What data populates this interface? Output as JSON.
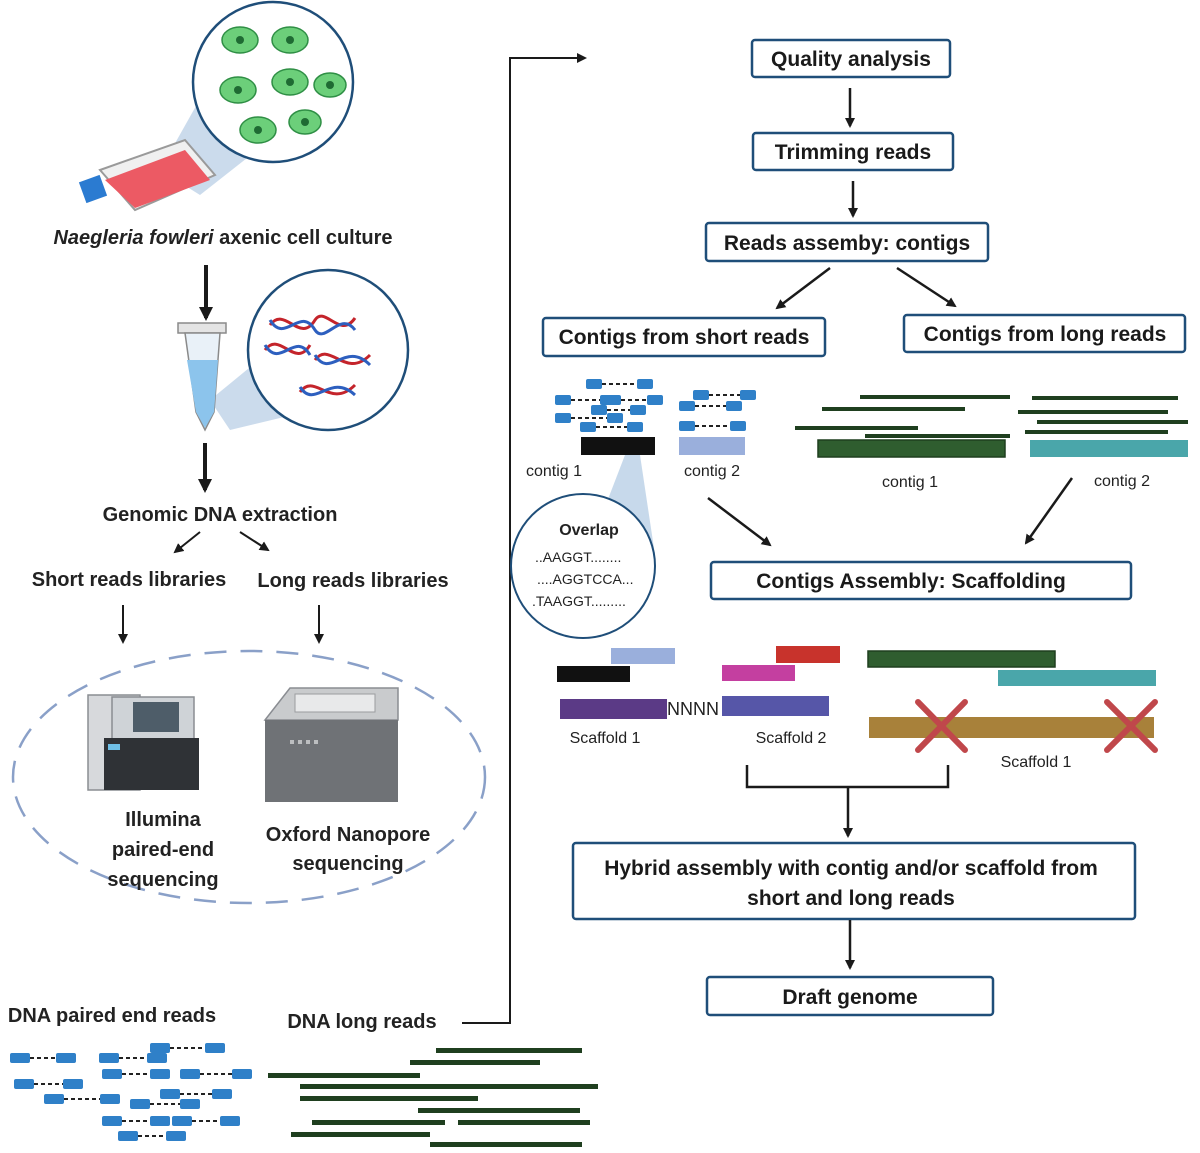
{
  "left": {
    "culture_species": "Naegleria fowleri",
    "culture_rest": " axenic cell culture",
    "extraction": "Genomic DNA extraction",
    "short_libs": "Short reads libraries",
    "long_libs": "Long reads libraries",
    "illumina": [
      "Illumina",
      "paired-end",
      "sequencing"
    ],
    "nanopore": [
      "Oxford Nanopore",
      "sequencing"
    ],
    "paired_reads": "DNA paired end reads",
    "long_reads": "DNA long reads"
  },
  "pipeline": {
    "quality": "Quality analysis",
    "trimming": "Trimming reads",
    "assembly": "Reads assemby: contigs",
    "contigs_short": "Contigs from short reads",
    "contigs_long": "Contigs from long reads",
    "scaffolding": "Contigs Assembly: Scaffolding",
    "hybrid": [
      "Hybrid assembly with contig and/or scaffold from",
      "short and long reads"
    ],
    "draft": "Draft genome"
  },
  "short_panel": {
    "contig1": "contig 1",
    "contig2": "contig 2",
    "overlap_title": "Overlap",
    "overlap_lines": [
      "..AAGGT........",
      "....AGGTCCA...",
      ".TAAGGT........."
    ]
  },
  "long_panel": {
    "contig1": "contig 1",
    "contig2": "contig 2"
  },
  "scaffold_panel": {
    "scaffold1_short": "Scaffold 1",
    "gap": "NNNN",
    "scaffold2_short": "Scaffold 2",
    "scaffold1_long": "Scaffold 1"
  },
  "colors": {
    "box_border": "#1f4e79",
    "read_blue": "#2f80c8",
    "long_read_green": "#1f3f1f",
    "contig_black": "#111111",
    "contig_lightblue": "#9aafdc",
    "contig_darkgreen": "#2f5d2f",
    "contig_teal": "#4aa6aa",
    "scaffold_purple": "#5b3a86",
    "scaffold_indigo": "#5656a8",
    "magenta": "#c43fa0",
    "red": "#c8332c",
    "brown": "#a8813a",
    "cross_red": "#c0474b"
  }
}
